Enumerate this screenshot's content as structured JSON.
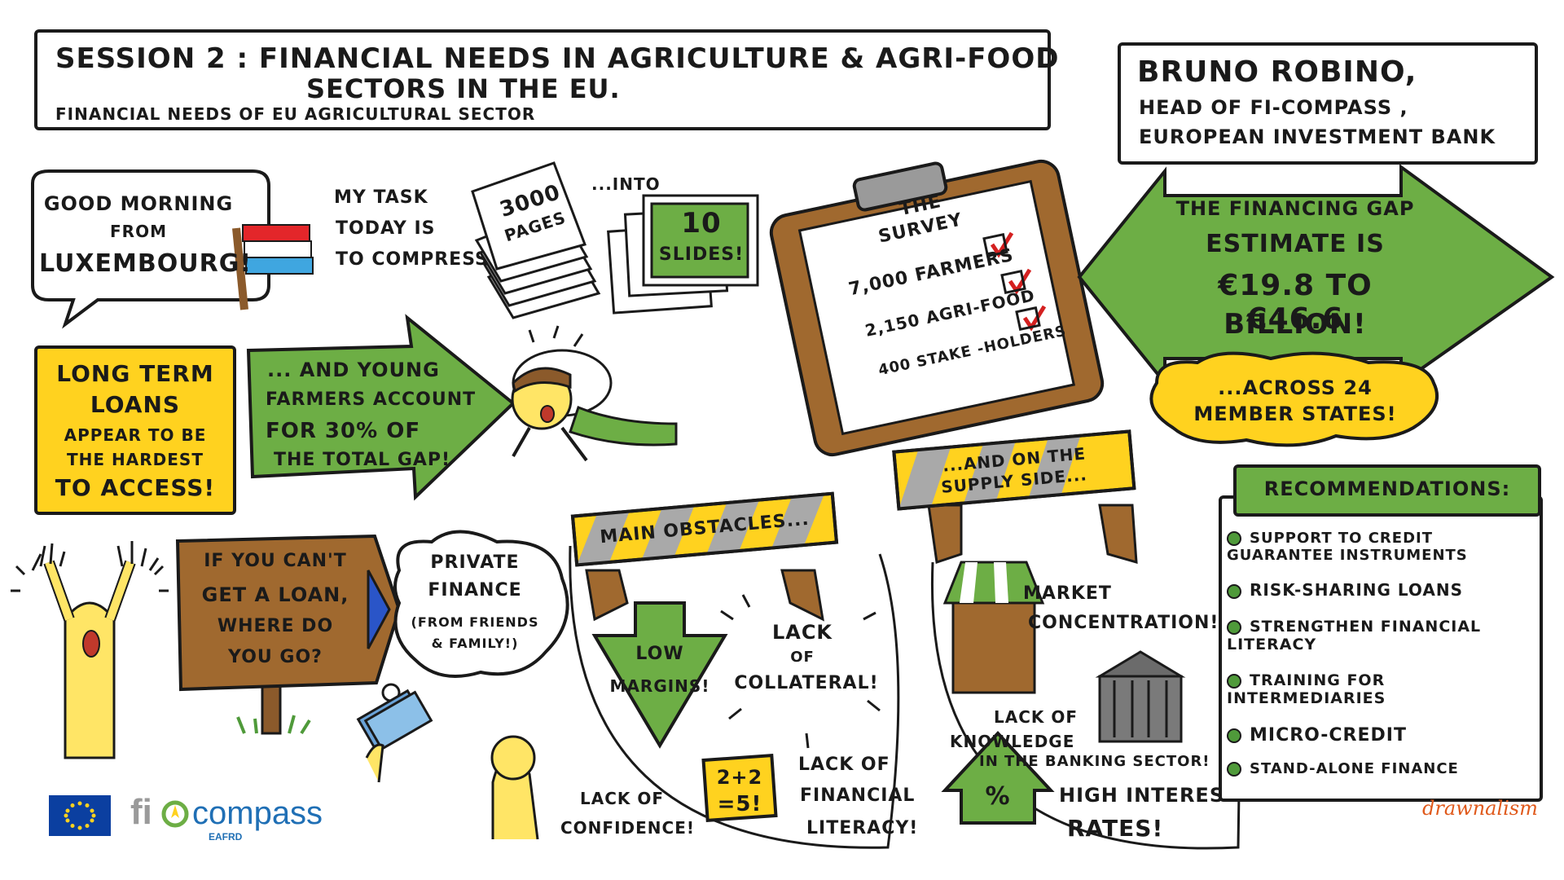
{
  "title": {
    "line1": "SESSION 2 : FINANCIAL NEEDS IN AGRICULTURE & AGRI-FOOD",
    "line2": "SECTORS IN THE EU.",
    "subtitle": "FINANCIAL NEEDS OF EU AGRICULTURAL SECTOR"
  },
  "speaker": {
    "name": "BRUNO ROBINO,",
    "role1": "HEAD OF FI-COMPASS ,",
    "role2": "EUROPEAN INVESTMENT BANK"
  },
  "greeting": {
    "line1": "GOOD MORNING",
    "line2": "FROM",
    "line3": "LUXEMBOURG!"
  },
  "task": {
    "line1": "MY TASK",
    "line2": "TODAY IS",
    "line3": "TO COMPRESS",
    "pages_num": "3000",
    "pages_word": "PAGES",
    "into": "...INTO",
    "slides_num": "10",
    "slides_word": "SLIDES!"
  },
  "survey": {
    "title1": "THE",
    "title2": "SURVEY",
    "item1": "7,000 FARMERS",
    "item2": "2,150 AGRI-FOOD",
    "item3": "400 STAKE -HOLDERS"
  },
  "gap": {
    "line1": "THE FINANCING GAP",
    "line2": "ESTIMATE IS",
    "line3": "€19.8 to €46.6",
    "line4": "BILLION!"
  },
  "member_states": {
    "line1": "...ACROSS 24",
    "line2": "MEMBER STATES!"
  },
  "long_term": {
    "line1": "LONG TERM",
    "line2": "LOANS",
    "line3": "APPEAR TO BE",
    "line4": "THE HARDEST",
    "line5": "TO ACCESS!"
  },
  "young_farmers": {
    "line1": "... AND YOUNG",
    "line2": "FARMERS ACCOUNT",
    "line3": "FOR 30% OF",
    "line4": "THE TOTAL GAP!"
  },
  "sign": {
    "line1": "IF YOU CAN'T",
    "line2": "GET A LOAN,",
    "line3": "WHERE DO",
    "line4": "YOU GO?"
  },
  "private_finance": {
    "line1": "PRIVATE",
    "line2": "FINANCE",
    "line3": "(FROM FRIENDS",
    "line4": "& FAMILY!)"
  },
  "obstacles": {
    "barrier": "MAIN OBSTACLES...",
    "low_margins1": "LOW",
    "low_margins2": "MARGINS!",
    "collateral1": "LACK",
    "collateral2": "OF",
    "collateral3": "COLLATERAL!",
    "confidence1": "LACK OF",
    "confidence2": "CONFIDENCE!",
    "math1": "2+2",
    "math2": "=5!",
    "literacy1": "LACK OF",
    "literacy2": "FINANCIAL",
    "literacy3": "LITERACY!"
  },
  "supply": {
    "barrier1": "...AND ON THE",
    "barrier2": "SUPPLY SIDE...",
    "market1": "MARKET",
    "market2": "CONCENTRATION!",
    "knowledge1": "LACK OF",
    "knowledge2": "KNOWLEDGE",
    "knowledge3": "IN THE BANKING SECTOR!",
    "rates1": "HIGH INTEREST",
    "rates2": "RATES!",
    "percent": "%"
  },
  "recommendations": {
    "title": "RECOMMENDATIONS:",
    "items": [
      "SUPPORT TO CREDIT GUARANTEE INSTRUMENTS",
      "RISK-SHARING LOANS",
      "STRENGTHEN FINANCIAL LITERACY",
      "TRAINING FOR INTERMEDIARIES",
      "MICRO-CREDIT",
      "STAND-ALONE FINANCE"
    ]
  },
  "logos": {
    "fi": "fi",
    "compass": "compass",
    "eafrd": "EAFRD",
    "signature": "drawnalism"
  },
  "colors": {
    "green": "#6dae45",
    "yellow": "#ffd21f",
    "brown": "#8b5a2b",
    "eu_blue": "#0b3fa0",
    "sign_orange": "#e05a1c"
  }
}
